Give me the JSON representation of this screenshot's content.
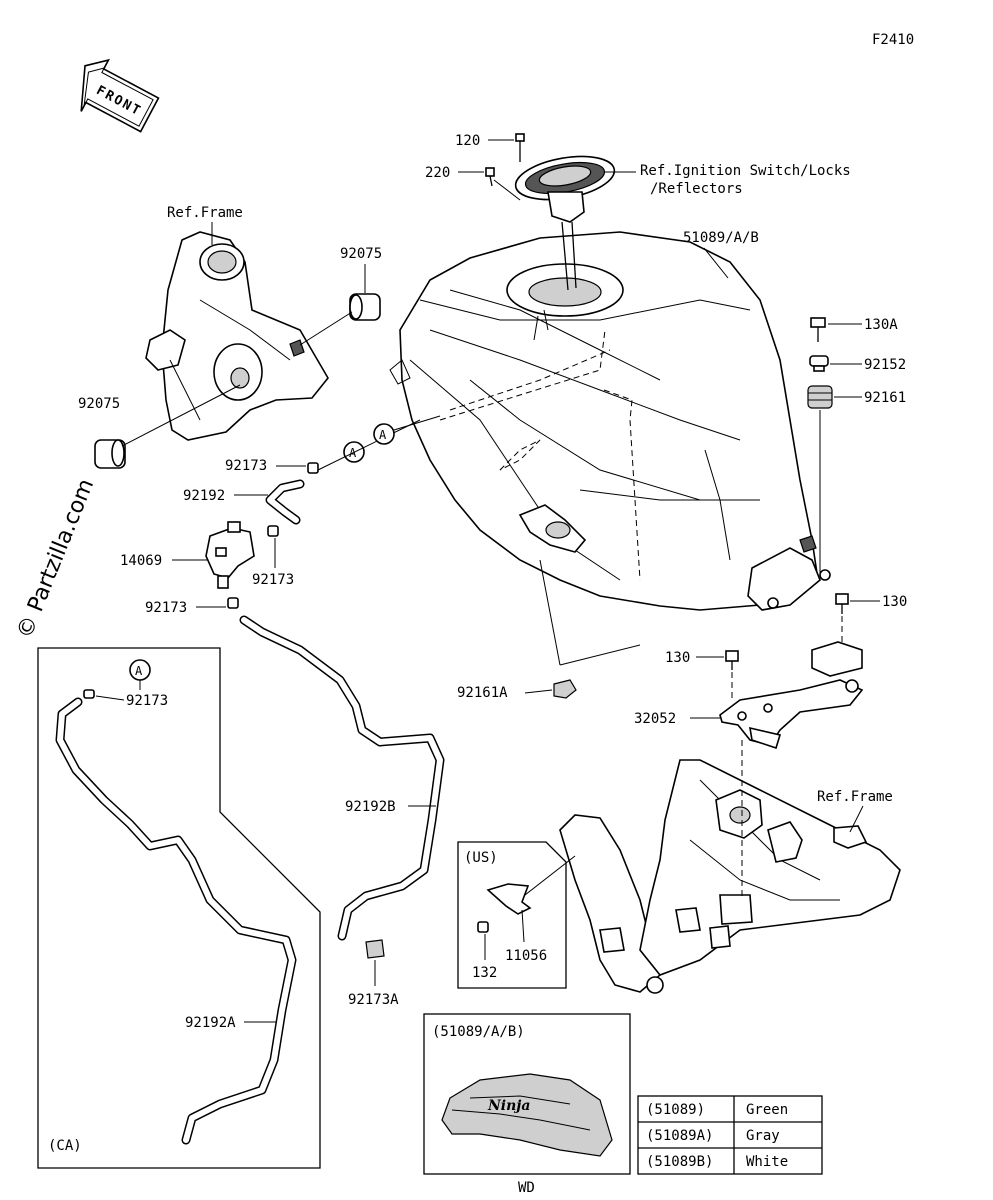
{
  "figure_code": "F2410",
  "front_label": "FRONT",
  "watermark": "© Partzilla.com",
  "ref_labels": {
    "frame_top": "Ref.Frame",
    "frame_bottom": "Ref.Frame",
    "ignition_line1": "Ref.Ignition Switch/Locks",
    "ignition_line2": "/Reflectors"
  },
  "callout_letter": "A",
  "parts": {
    "p120": "120",
    "p220": "220",
    "p51089": "51089/A/B",
    "p130A": "130A",
    "p92152": "92152",
    "p92161": "92161",
    "p92075_right": "92075",
    "p92075_left": "92075",
    "p92173_a": "92173",
    "p92192": "92192",
    "p14069": "14069",
    "p92173_b": "92173",
    "p92173_c": "92173",
    "p92173_ca": "92173",
    "p130_right": "130",
    "p130_left": "130",
    "p92161A": "92161A",
    "p32052": "32052",
    "p92192B": "92192B",
    "p92173A": "92173A",
    "p92192A": "92192A",
    "p132": "132",
    "p11056": "11056"
  },
  "region_labels": {
    "us": "(US)",
    "ca": "(CA)",
    "variants": "(51089/A/B)",
    "wd": "WD"
  },
  "tank_logo": "Ninja",
  "color_table": [
    {
      "part": "(51089)",
      "color": "Green"
    },
    {
      "part": "(51089A)",
      "color": "Gray"
    },
    {
      "part": "(51089B)",
      "color": "White"
    }
  ]
}
